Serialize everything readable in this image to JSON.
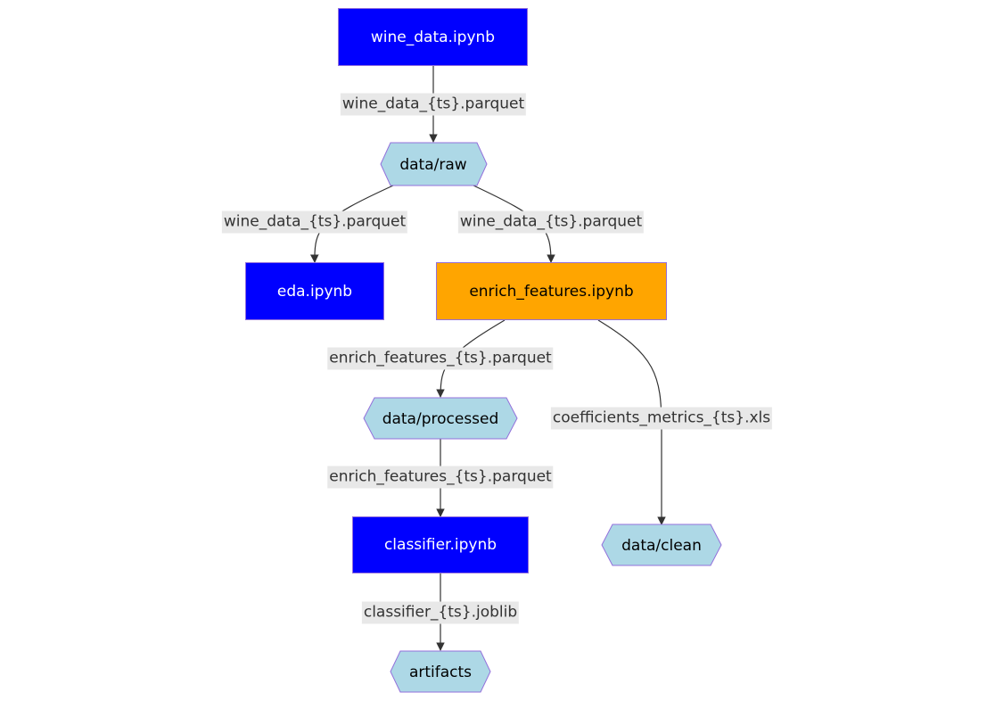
{
  "nodes": {
    "wine_data": {
      "label": "wine_data.ipynb",
      "color": "#0000ff"
    },
    "raw": {
      "label": "data/raw",
      "color": "#add8e6"
    },
    "eda": {
      "label": "eda.ipynb",
      "color": "#0000ff"
    },
    "enrich": {
      "label": "enrich_features.ipynb",
      "color": "#ffa500"
    },
    "processed": {
      "label": "data/processed",
      "color": "#add8e6"
    },
    "clean": {
      "label": "data/clean",
      "color": "#add8e6"
    },
    "classifier": {
      "label": "classifier.ipynb",
      "color": "#0000ff"
    },
    "artifacts": {
      "label": "artifacts",
      "color": "#add8e6"
    }
  },
  "edges": [
    {
      "from": "wine_data",
      "to": "raw",
      "label": "wine_data_{ts}.parquet"
    },
    {
      "from": "raw",
      "to": "eda",
      "label": "wine_data_{ts}.parquet"
    },
    {
      "from": "raw",
      "to": "enrich",
      "label": "wine_data_{ts}.parquet"
    },
    {
      "from": "enrich",
      "to": "processed",
      "label": "enrich_features_{ts}.parquet"
    },
    {
      "from": "enrich",
      "to": "clean",
      "label": "coefficients_metrics_{ts}.xls"
    },
    {
      "from": "processed",
      "to": "classifier",
      "label": "enrich_features_{ts}.parquet"
    },
    {
      "from": "classifier",
      "to": "artifacts",
      "label": "classifier_{ts}.joblib"
    }
  ]
}
